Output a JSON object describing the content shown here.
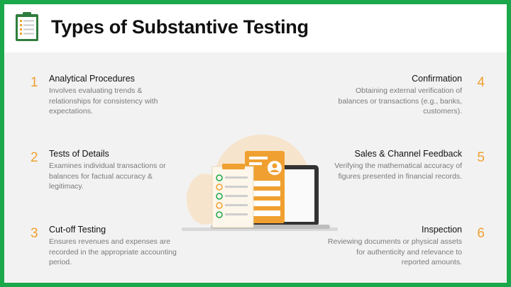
{
  "title": "Types of Substantive Testing",
  "icons": {
    "header": "checklist-clipboard-icon",
    "illustration": "audit-forms-laptop-illustration"
  },
  "colors": {
    "accent": "#f0a030",
    "frame": "#1aa84a"
  },
  "items": [
    {
      "number": "1",
      "heading": "Analytical Procedures",
      "description": "Involves evaluating trends & relationships for consistency with expectations."
    },
    {
      "number": "2",
      "heading": "Tests of Details",
      "description": "Examines individual transactions or balances for factual accuracy & legitimacy."
    },
    {
      "number": "3",
      "heading": "Cut-off Testing",
      "description": "Ensures revenues and expenses are recorded in the appropriate accounting period."
    },
    {
      "number": "4",
      "heading": "Confirmation",
      "description": "Obtaining external verification of balances or transactions (e.g., banks, customers)."
    },
    {
      "number": "5",
      "heading": "Sales & Channel Feedback",
      "description": "Verifying the mathematical accuracy of figures presented in financial records."
    },
    {
      "number": "6",
      "heading": "Inspection",
      "description": "Reviewing documents or physical assets for authenticity and relevance to reported amounts."
    }
  ]
}
